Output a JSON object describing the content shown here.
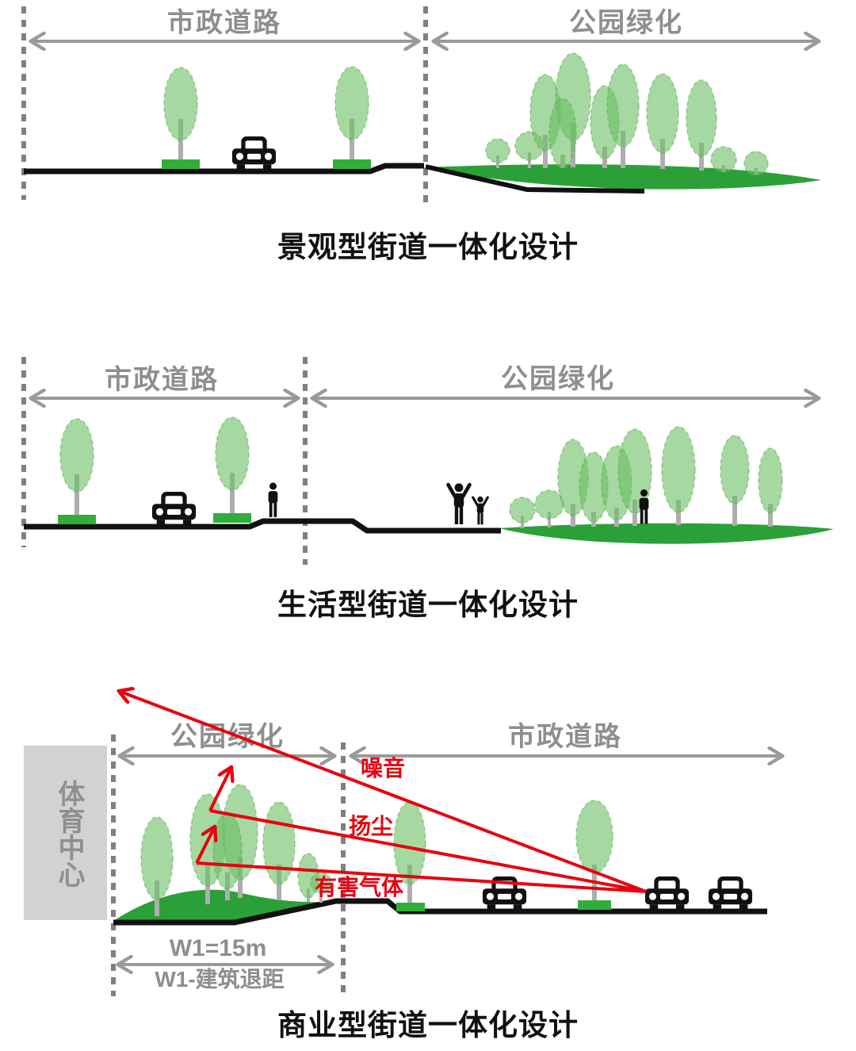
{
  "colors": {
    "tree_green": "rgba(106,190,98,0.6)",
    "ground_green": "#2ba038",
    "base_green": "#31ad3a",
    "label_gray": "#8e8e8e",
    "arrow_gray": "#9a9a9a",
    "dashed_gray": "#808080",
    "building_gray": "#d2d2d2",
    "road_black": "#111111",
    "alert_red": "#e8000f"
  },
  "panels": [
    {
      "key": "landscape",
      "zone_left": "市政道路",
      "zone_right": "公园绿化",
      "caption": "景观型街道一体化设计"
    },
    {
      "key": "living",
      "zone_left": "市政道路",
      "zone_right": "公园绿化",
      "caption": "生活型街道一体化设计"
    },
    {
      "key": "commercial",
      "zone_left": "公园绿化",
      "zone_right": "市政道路",
      "building_label": "体育中心",
      "pollution": {
        "noise": "噪音",
        "dust": "扬尘",
        "gas": "有害气体"
      },
      "dimension": {
        "width": "W1=15m",
        "setback": "W1-建筑退距"
      },
      "caption": "商业型街道一体化设计"
    }
  ]
}
